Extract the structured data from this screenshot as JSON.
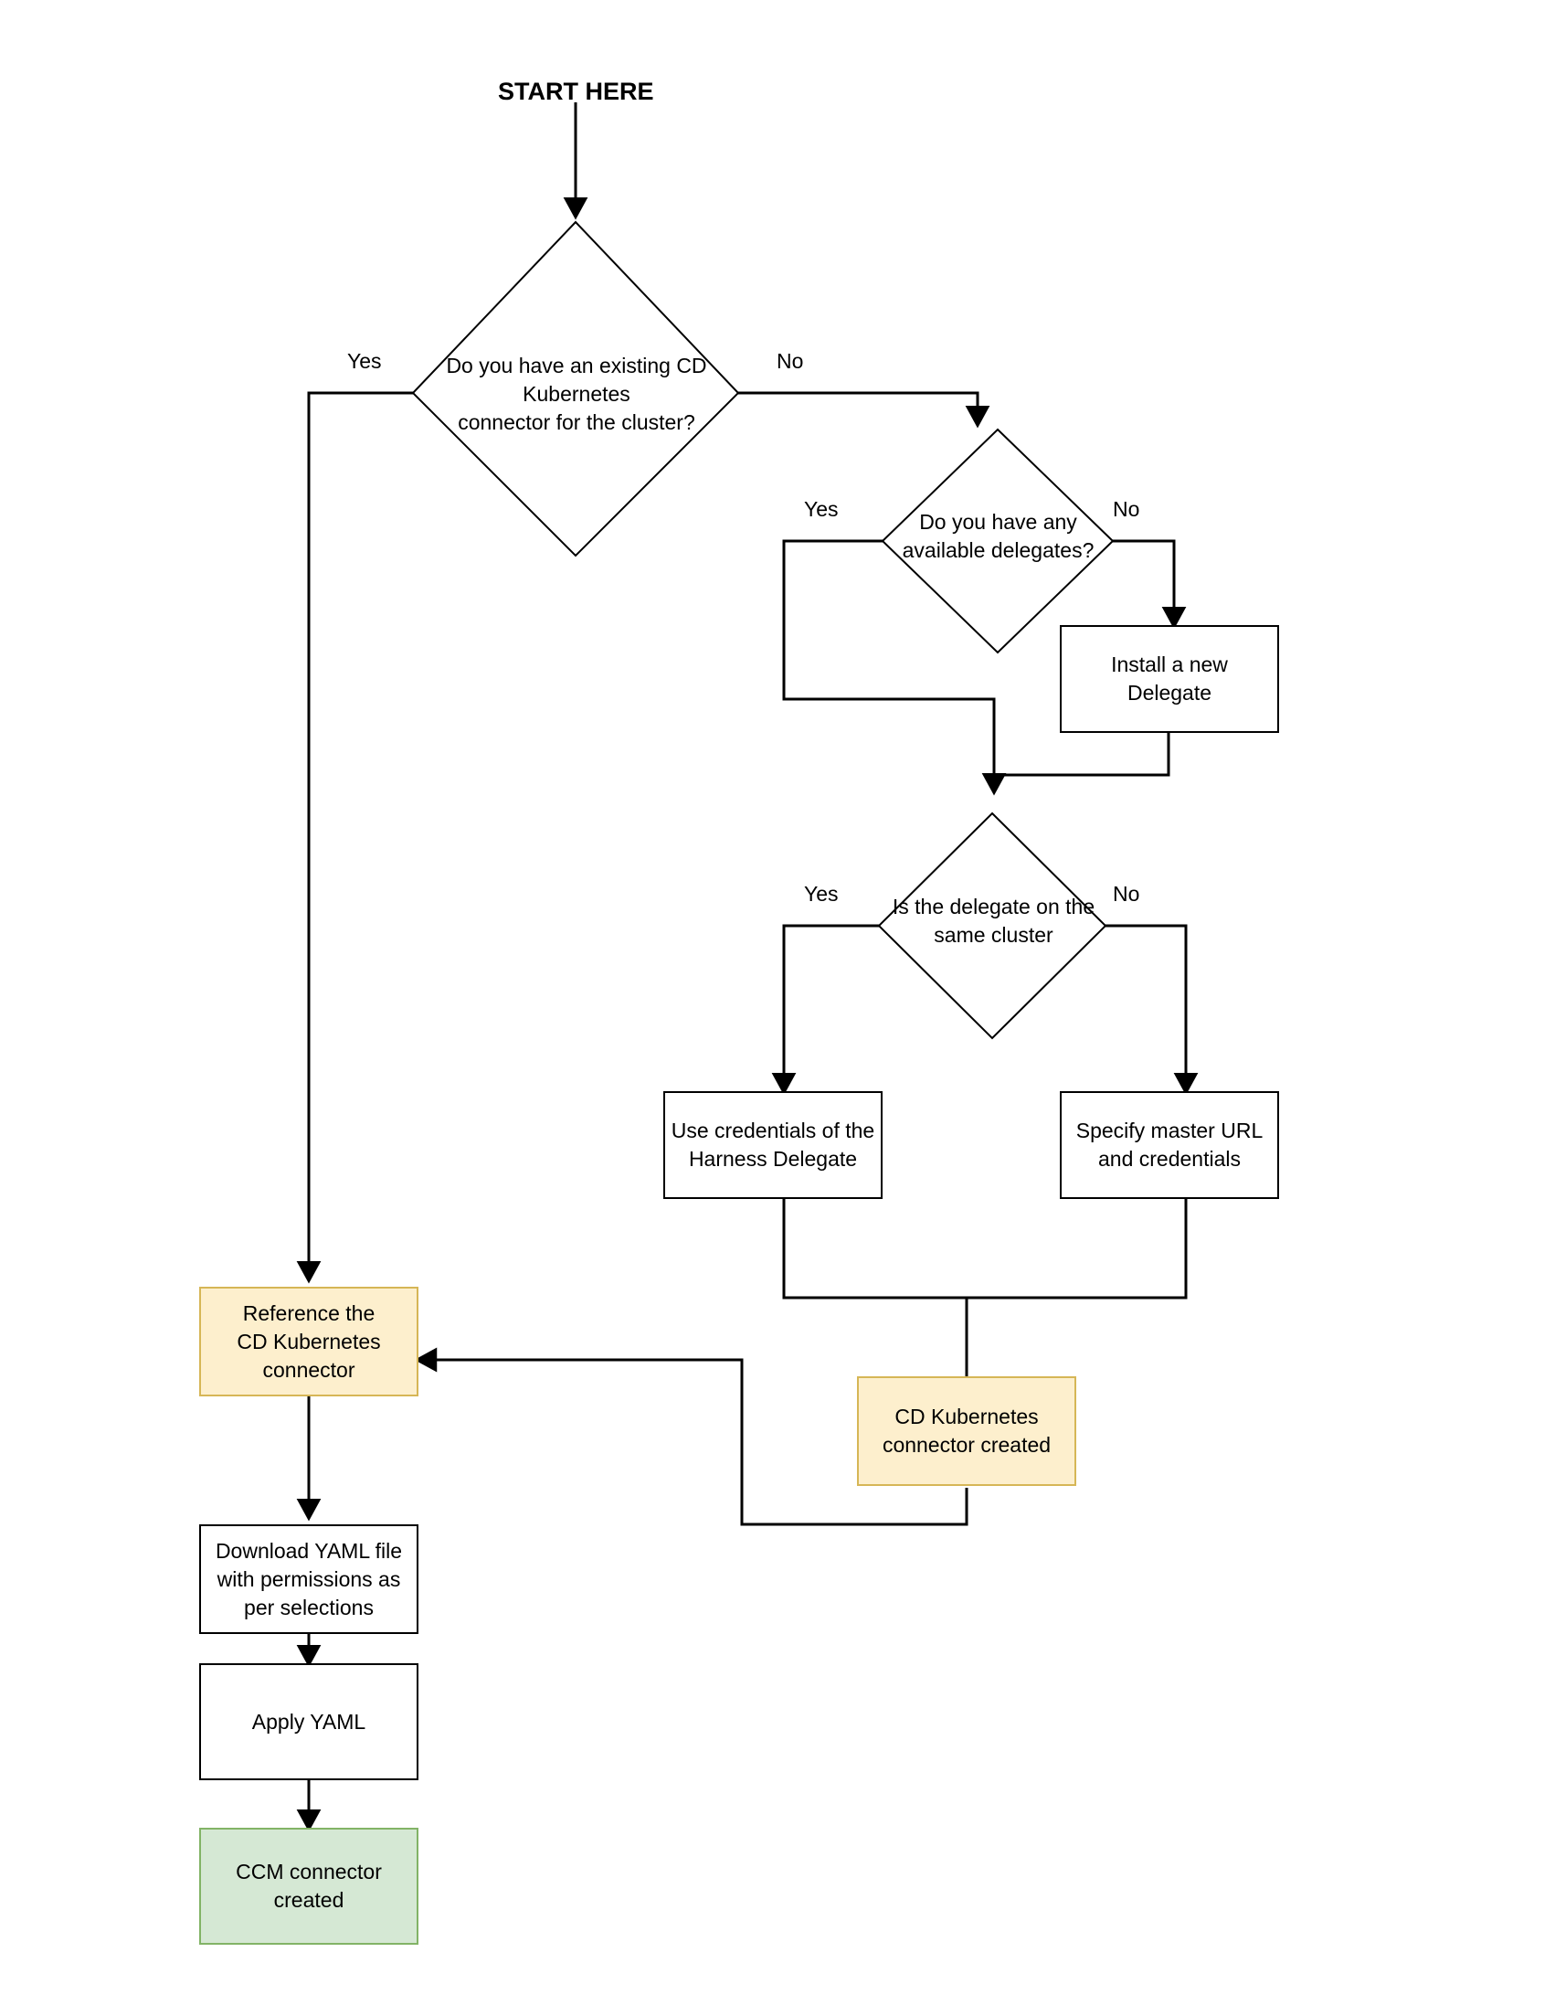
{
  "diagram": {
    "title": "START HERE",
    "type": "flowchart",
    "colors": {
      "orange_fill": "#fdefcd",
      "orange_stroke": "#d6b656",
      "green_fill": "#d5e8d4",
      "green_stroke": "#82b366",
      "line": "#000000",
      "text": "#000000"
    },
    "nodes": [
      {
        "id": "q1",
        "shape": "diamond",
        "text": "Do you have an existing CD\nKubernetes\nconnector for the cluster?"
      },
      {
        "id": "q2",
        "shape": "diamond",
        "text": "Do you have any\navailable delegates?"
      },
      {
        "id": "install-delegate",
        "shape": "rectangle",
        "text": "Install a new\nDelegate"
      },
      {
        "id": "q3",
        "shape": "diamond",
        "text": "Is the delegate on the\nsame cluster"
      },
      {
        "id": "use-credentials",
        "shape": "rectangle",
        "text": "Use credentials of the\nHarness Delegate"
      },
      {
        "id": "specify-master-url",
        "shape": "rectangle",
        "text": "Specify master URL\nand credentials"
      },
      {
        "id": "reference-connector",
        "shape": "rectangle",
        "style": "orange",
        "text": "Reference the\nCD Kubernetes\nconnector"
      },
      {
        "id": "cd-connector-created",
        "shape": "rectangle",
        "style": "orange",
        "text": "CD Kubernetes\nconnector created"
      },
      {
        "id": "download-yaml",
        "shape": "rectangle",
        "text": "Download YAML file\nwith permissions as\nper selections"
      },
      {
        "id": "apply-yaml",
        "shape": "rectangle",
        "text": "Apply YAML"
      },
      {
        "id": "ccm-connector-created",
        "shape": "rectangle",
        "style": "green",
        "text": "CCM connector\ncreated"
      }
    ],
    "edge_labels": {
      "q1_yes": "Yes",
      "q1_no": "No",
      "q2_yes": "Yes",
      "q2_no": "No",
      "q3_yes": "Yes",
      "q3_no": "No"
    }
  }
}
